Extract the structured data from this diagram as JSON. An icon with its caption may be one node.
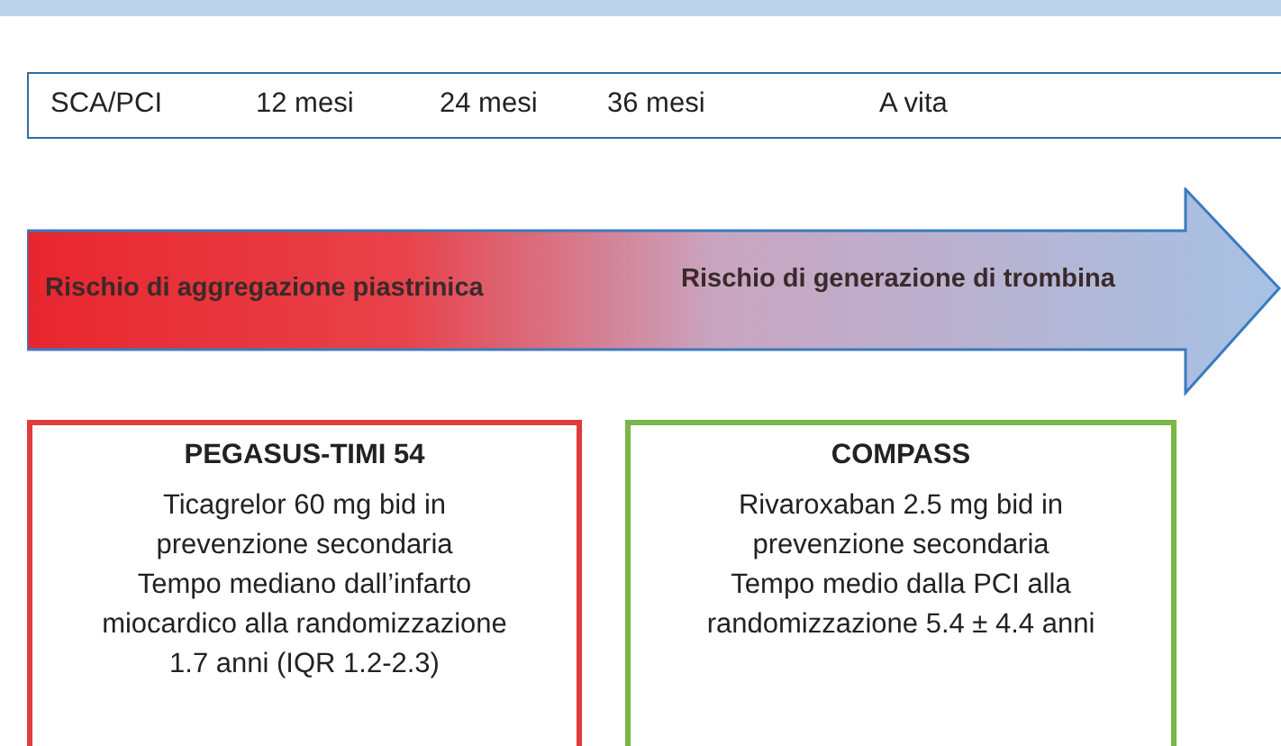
{
  "diagram": {
    "nodes": [
      {
        "text": [
          "SCA/PCI",
          "12 mesi",
          "24 mesi",
          "36 mesi",
          "A vita"
        ]
      },
      {
        "text": [
          "Rischio di aggregazione piastrinica",
          "Rischio di generazione di trombina"
        ]
      },
      {
        "text": [
          "PEGASUS-TIMI 54",
          "Ticagrelor 60 mg bid in prevenzione secondaria",
          "Tempo mediano dall’infarto miocardico alla randomizzazione 1.7 anni (IQR 1.2-2.3)"
        ]
      },
      {
        "text": [
          "COMPASS",
          "Rivaroxaban 2.5 mg bid in prevenzione secondaria",
          "Tempo medio dalla PCI alla randomizzazione 5.4 ± 4.4 anni"
        ]
      }
    ],
    "edges": []
  }
}
